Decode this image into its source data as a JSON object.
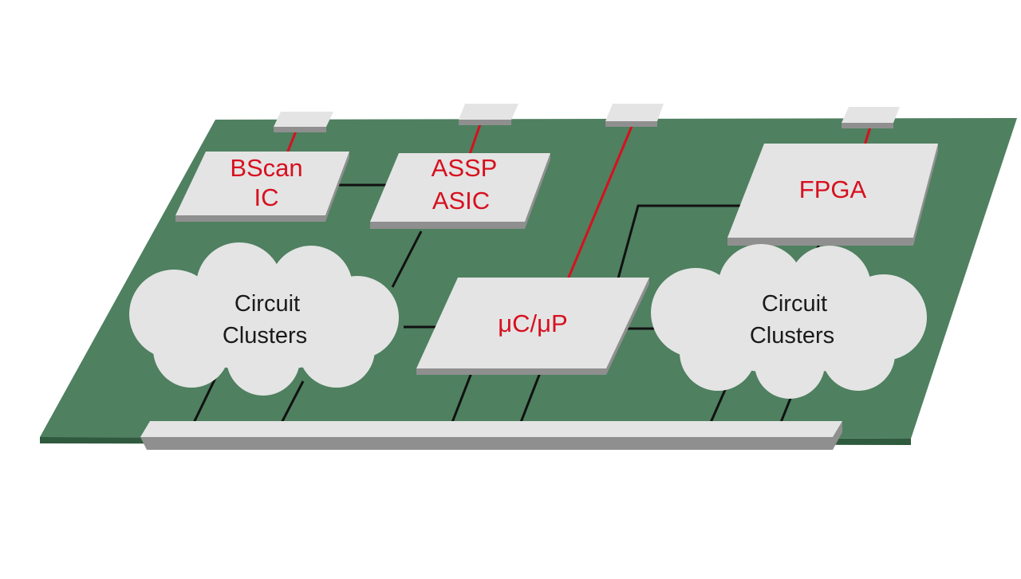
{
  "components": {
    "bscan_ic": {
      "line1": "BScan",
      "line2": "IC"
    },
    "assp_asic": {
      "line1": "ASSP",
      "line2": "ASIC"
    },
    "fpga": {
      "label": "FPGA"
    },
    "microcontroller": {
      "label": "μC/μP"
    },
    "cluster_left": {
      "line1": "Circuit",
      "line2": "Clusters"
    },
    "cluster_right": {
      "line1": "Circuit",
      "line2": "Clusters"
    }
  },
  "colors": {
    "board": "#4f8060",
    "chip_top": "#e4e4e4",
    "chip_shadow": "#8f8f8f",
    "label_red": "#d7101f",
    "trace_black": "#111111",
    "trace_red": "#d7101f"
  }
}
